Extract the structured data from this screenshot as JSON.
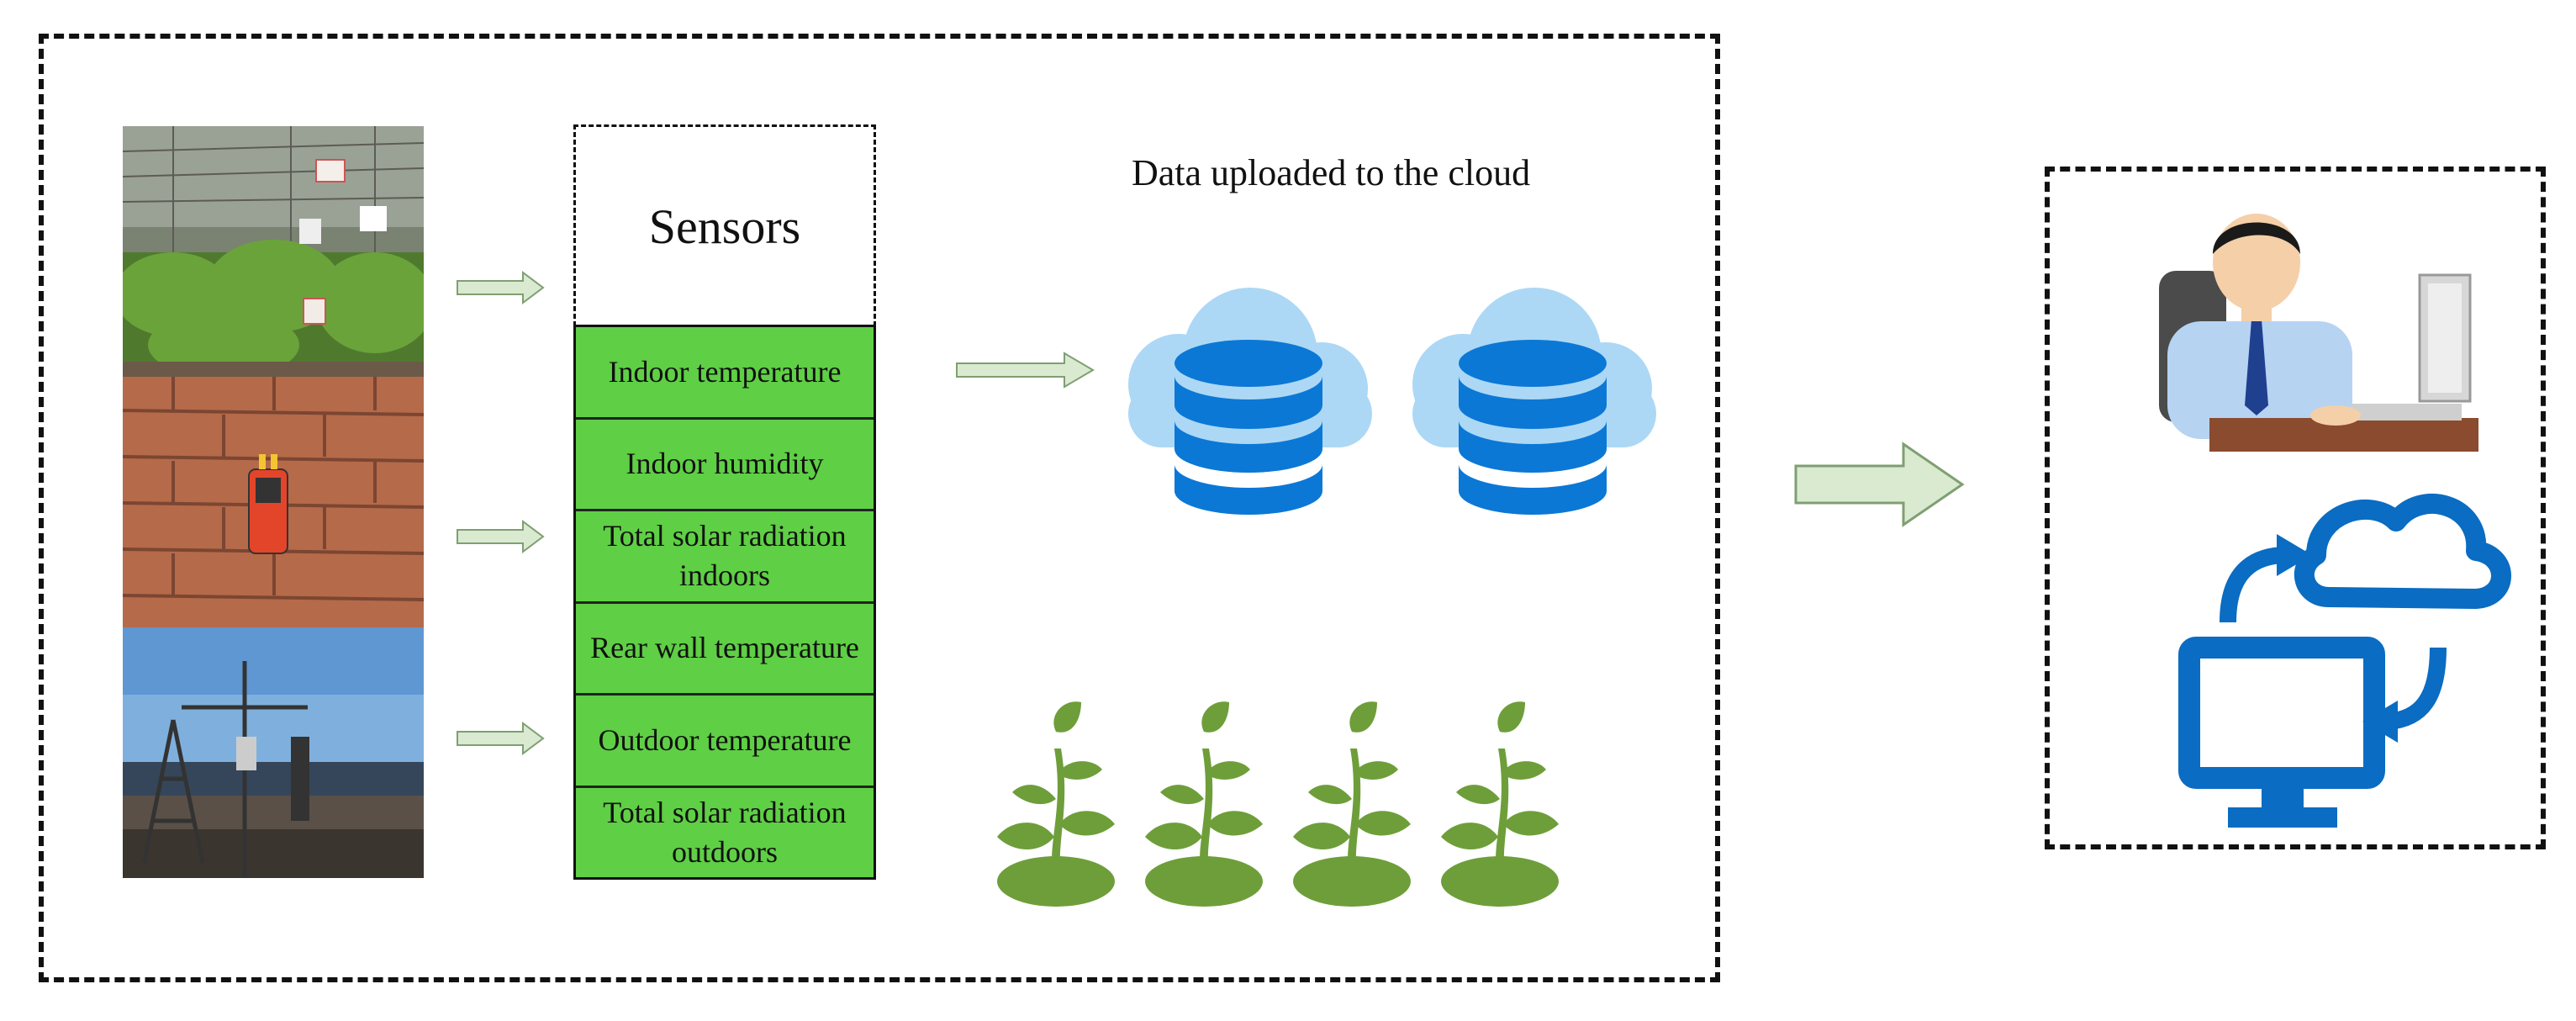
{
  "photos": [
    {
      "name": "greenhouse-sensor-photo",
      "subject": "greenhouse crops with hanging sensors"
    },
    {
      "name": "brick-wall-sensor-photo",
      "subject": "handheld sensor mounted on brick wall"
    },
    {
      "name": "weather-station-photo",
      "subject": "outdoor weather station beside greenhouses"
    }
  ],
  "sensors": {
    "header": "Sensors",
    "items": [
      "Indoor temperature",
      "Indoor humidity",
      "Total solar radiation indoors",
      "Rear wall temperature",
      "Outdoor temperature",
      "Total solar radiation outdoors"
    ]
  },
  "cloud": {
    "caption": "Data uploaded to the cloud",
    "icons": [
      "cloud-database-icon",
      "cloud-database-icon"
    ]
  },
  "plants": {
    "icon": "seedling-icon",
    "count": 4
  },
  "terminal": {
    "icons": [
      "office-worker-at-computer-icon",
      "computer-cloud-sync-icon"
    ]
  },
  "colors": {
    "sensor_green": "#5fcf45",
    "arrow_fill": "#d9ead0",
    "arrow_stroke": "#7f9f72",
    "cloud_light": "#acd8f5",
    "database_blue": "#0b78d6",
    "plant_green": "#6e9e3a",
    "sync_blue": "#0a6cc2"
  }
}
